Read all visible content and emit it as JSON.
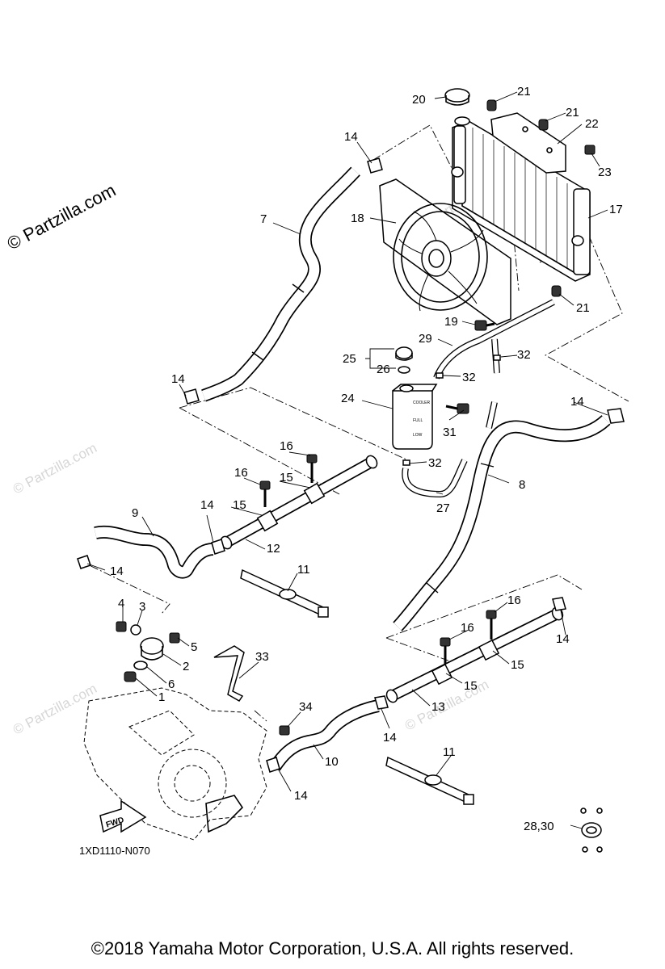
{
  "watermark": {
    "main": "© Partzilla.com",
    "faint": "© Partzilla.com"
  },
  "drawing_code": "1XD1110-N070",
  "fwd_label": "FWD",
  "copyright": "©2018 Yamaha Motor Corporation, U.S.A. All rights reserved.",
  "callouts": {
    "c1": "1",
    "c2": "2",
    "c3": "3",
    "c4": "4",
    "c5": "5",
    "c6": "6",
    "c7": "7",
    "c8": "8",
    "c9": "9",
    "c10": "10",
    "c11a": "11",
    "c11b": "11",
    "c12": "12",
    "c13": "13",
    "c14a": "14",
    "c14b": "14",
    "c14c": "14",
    "c14d": "14",
    "c14e": "14",
    "c14f": "14",
    "c14g": "14",
    "c14h": "14",
    "c15a": "15",
    "c15b": "15",
    "c15c": "15",
    "c15d": "15",
    "c16a": "16",
    "c16b": "16",
    "c16c": "16",
    "c16d": "16",
    "c17": "17",
    "c18": "18",
    "c19": "19",
    "c20": "20",
    "c21a": "21",
    "c21b": "21",
    "c21c": "21",
    "c22": "22",
    "c23": "23",
    "c24": "24",
    "c25": "25",
    "c26": "26",
    "c27": "27",
    "c28_30": "28,30",
    "c29": "29",
    "c31": "31",
    "c32a": "32",
    "c32b": "32",
    "c32c": "32",
    "c33": "33",
    "c34": "34"
  },
  "reservoir_marks": {
    "full": "FULL",
    "low": "LOW",
    "cooler": "COOLER"
  }
}
